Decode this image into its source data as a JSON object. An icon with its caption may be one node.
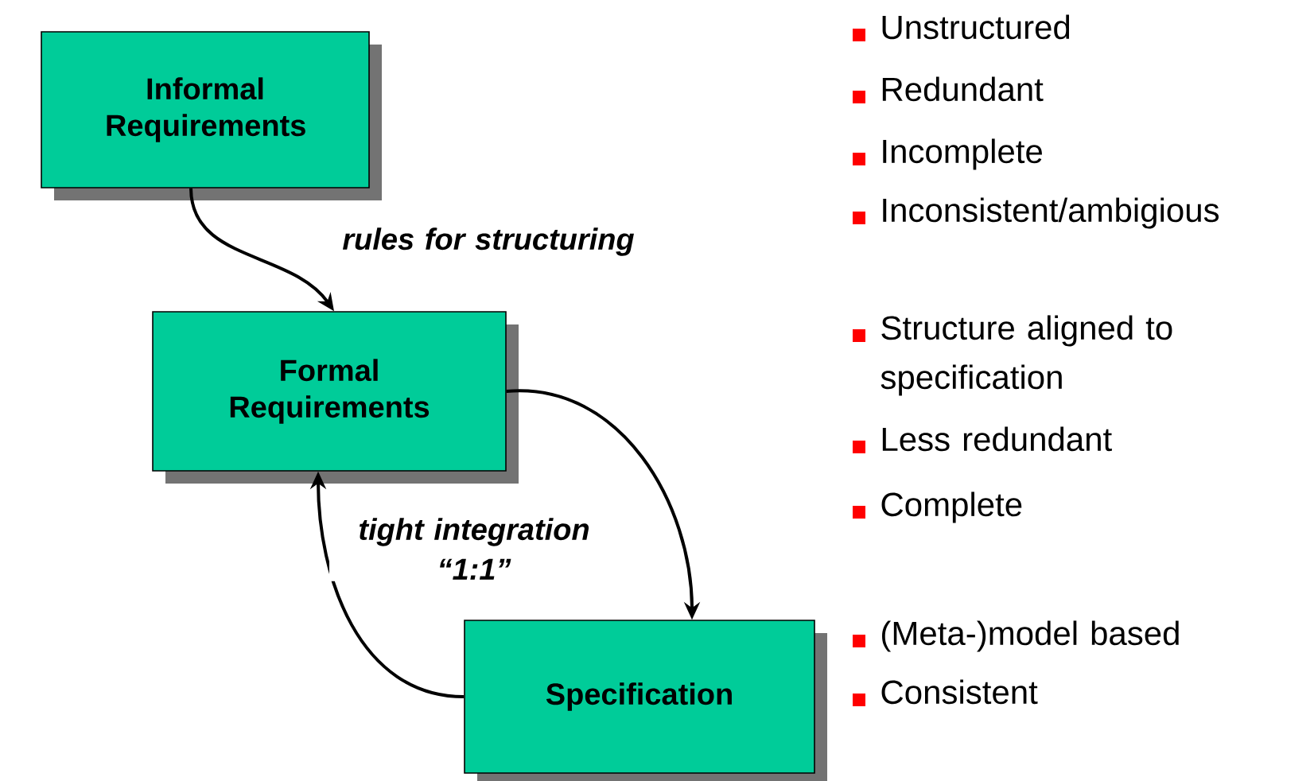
{
  "diagram": {
    "nodes": [
      {
        "text": [
          "Informal Requirements"
        ]
      },
      {
        "text": [
          "Formal Requirements"
        ]
      },
      {
        "text": [
          "Specification"
        ]
      }
    ],
    "edges": [
      {
        "from": 0,
        "to": 1,
        "arrow": "to",
        "label": "rules for structuring"
      },
      {
        "from": 1,
        "to": 2,
        "arrow": "to"
      },
      {
        "from": 2,
        "to": 1,
        "arrow": "to",
        "label": "tight integration “1:1”"
      }
    ],
    "labels": [
      "Unstructured",
      "Redundant",
      "Incomplete",
      "Inconsistent/ambigious",
      "Structure aligned to specification",
      "Less redundant",
      "Complete",
      "(Meta-)model based",
      "Consistent"
    ]
  }
}
